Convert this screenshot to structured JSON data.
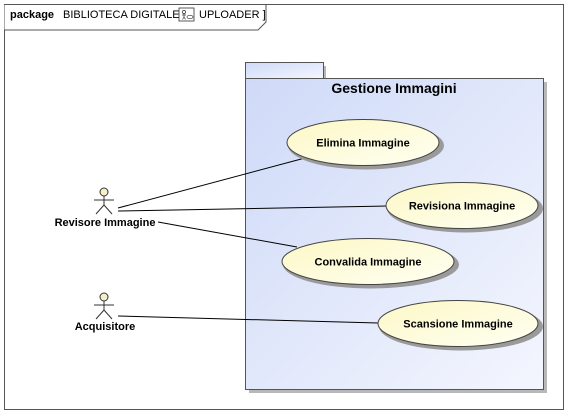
{
  "frame": {
    "keyword": "package",
    "name": "BIBLIOTECA DIGITALE [",
    "diagram_name": "UPLOADER ]",
    "icon": "diagram-icon"
  },
  "package": {
    "title": "Gestione Immagini",
    "fill_color": "#dfe6fb"
  },
  "use_cases": [
    {
      "id": "uc-elimina",
      "label": "Elimina Immagine"
    },
    {
      "id": "uc-revisiona",
      "label": "Revisiona Immagine"
    },
    {
      "id": "uc-convalida",
      "label": "Convalida Immagine"
    },
    {
      "id": "uc-scansione",
      "label": "Scansione Immagine"
    }
  ],
  "actors": [
    {
      "id": "actor-revisore",
      "label": "Revisore Immagine"
    },
    {
      "id": "actor-acquisitore",
      "label": "Acquisitore"
    }
  ],
  "colors": {
    "use_case_fill": "#fdfbd8",
    "package_fill": "#dfe6fb",
    "actor_fill": "#f5f0c8",
    "line": "#000000"
  }
}
